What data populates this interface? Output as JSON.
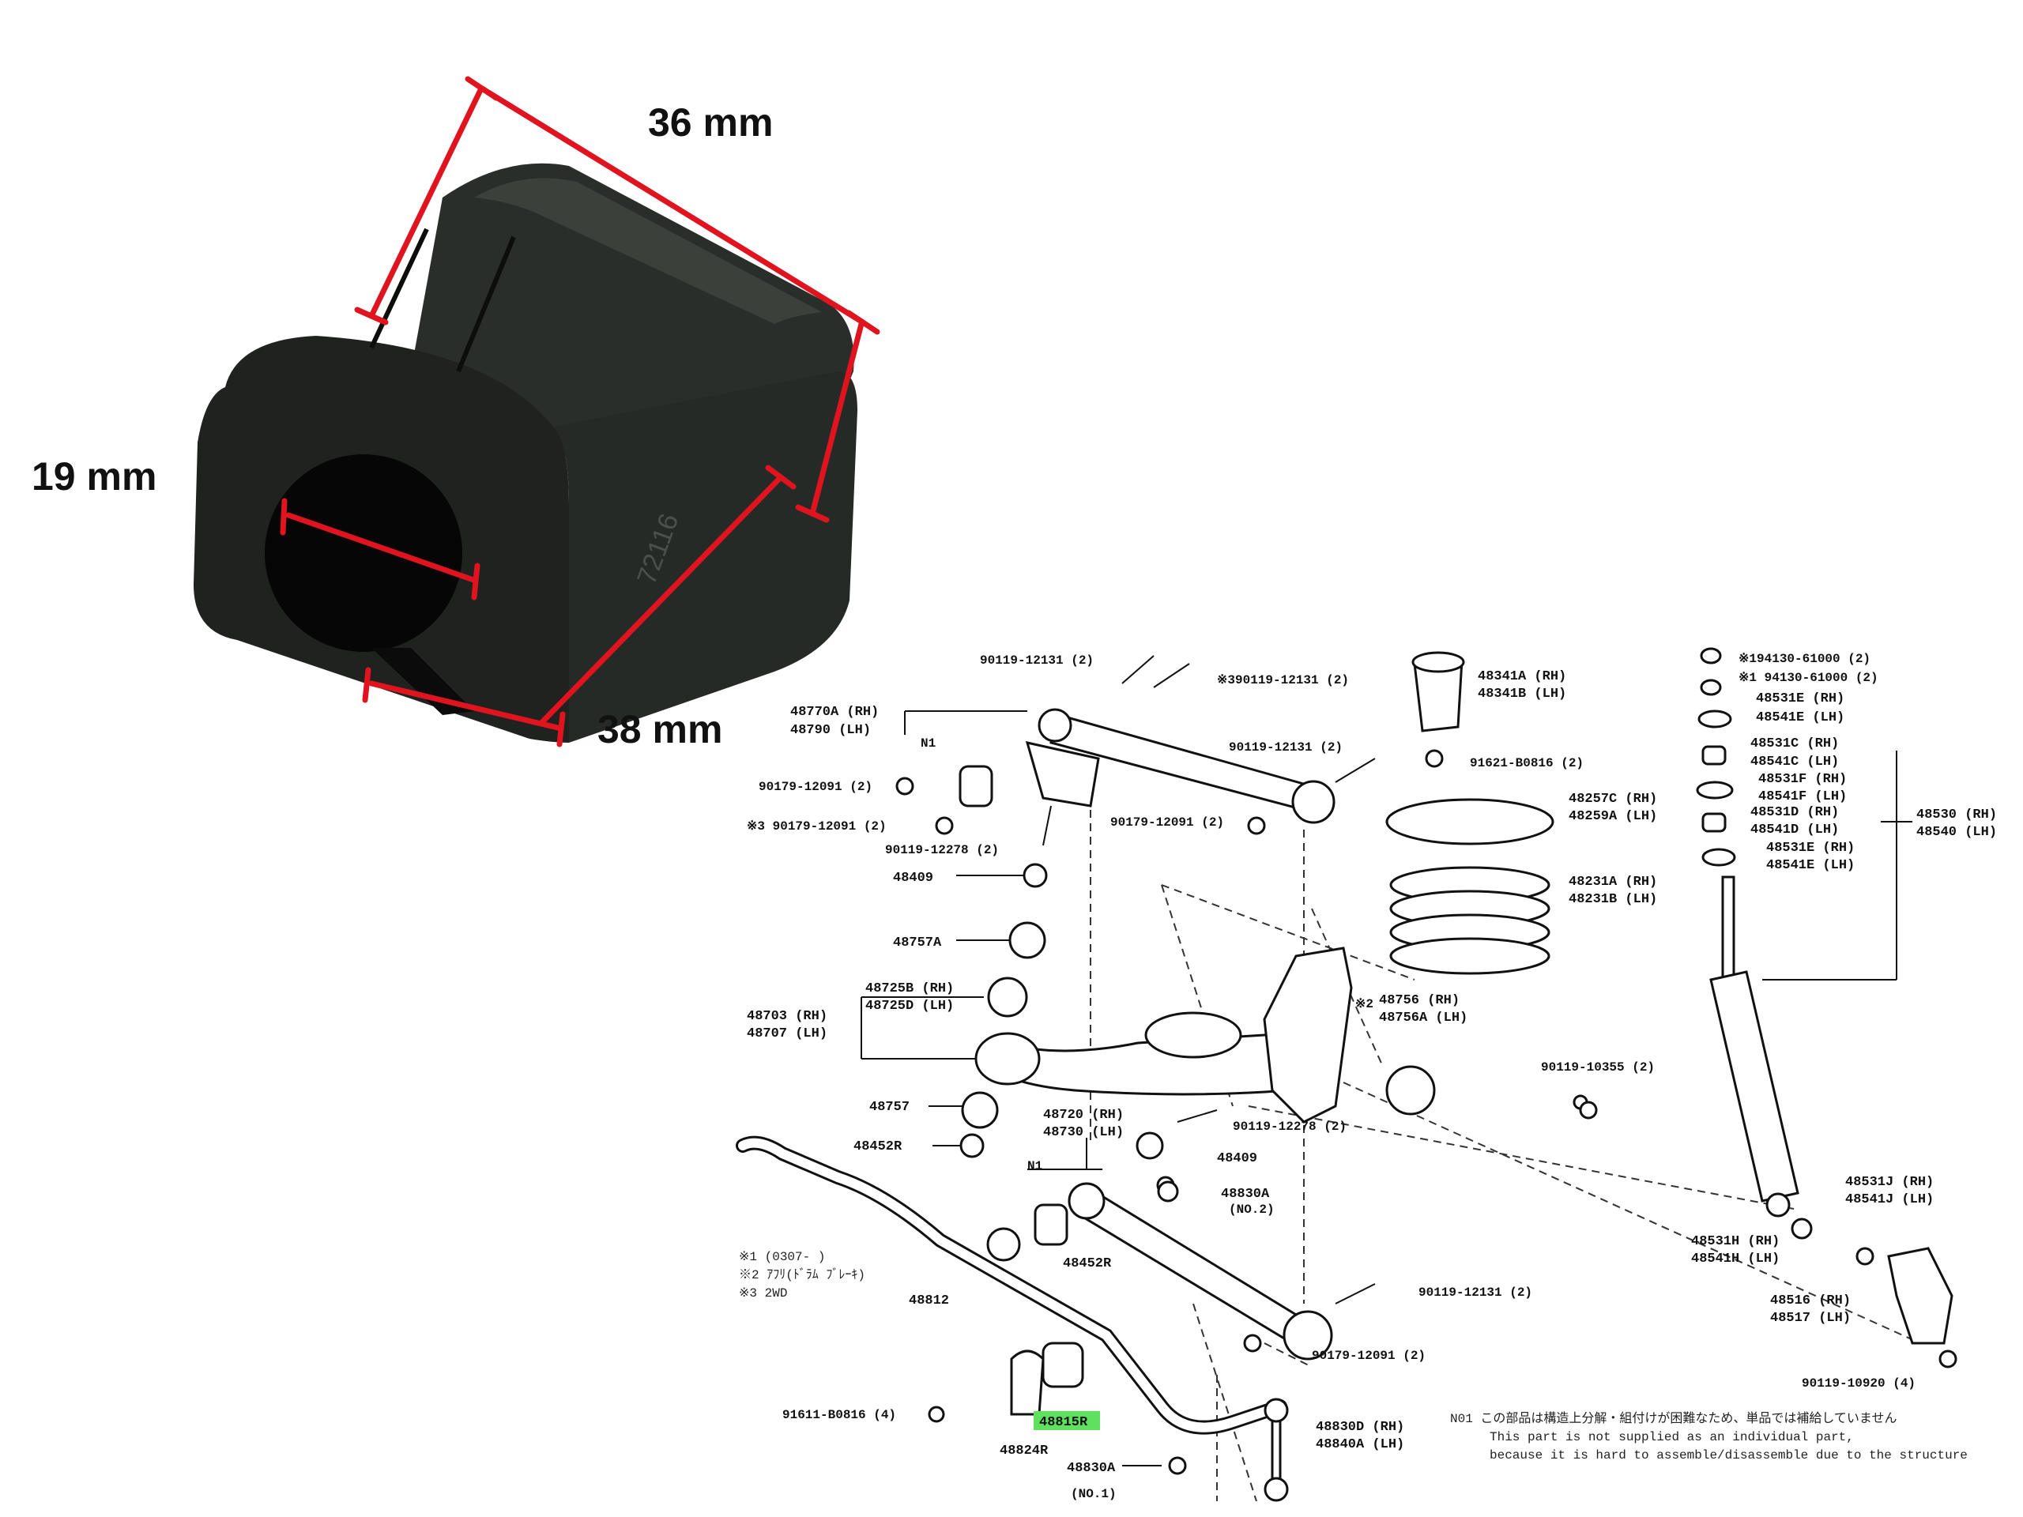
{
  "dimensions": {
    "length": "36 mm",
    "inner_diameter": "19 mm",
    "height": "38 mm"
  },
  "bushing_colors": {
    "rubber": "#1f221f",
    "highlight": "#3b403b",
    "dimension_line": "#e0141e",
    "highlight_tag": "#5fe05f"
  },
  "bushing_stamp": "72116",
  "parts": {
    "p1": "90119-12131 (2)",
    "p2": "※390119-12131 (2)",
    "p3": "48770A (RH)",
    "p4": "48790   (LH)",
    "p5": "N1",
    "p6": "90179-12091 (2)",
    "p7": "※3 90179-12091 (2)",
    "p8": "90119-12278 (2)",
    "p9": "48409",
    "p10": "48757A",
    "p11": "48725B (RH)",
    "p12": "48725D (LH)",
    "p13": "48703 (RH)",
    "p14": "48707 (LH)",
    "p15": "48757",
    "p16": "48452R",
    "p17": "48341A (RH)",
    "p18": "48341B (LH)",
    "p19": "90119-12131 (2)",
    "p20": "91621-B0816 (2)",
    "p21": "48257C (RH)",
    "p22": "48259A (LH)",
    "p23": "90179-12091 (2)",
    "p24": "48231A (RH)",
    "p25": "48231B (LH)",
    "p26": "※2",
    "p27": "48756   (RH)",
    "p28": "48756A (LH)",
    "p29": "48720 (RH)",
    "p30": "48730 (LH)",
    "p31": "90119-12278 (2)",
    "p32": "48409",
    "p33": "N1",
    "p34": "48830A",
    "p35": "(NO.2)",
    "p36": "48452R",
    "p37": "48812",
    "p38": "90119-12131 (2)",
    "p39": "90179-12091 (2)",
    "p40": "91611-B0816 (4)",
    "p41": "48815R",
    "p42": "48824R",
    "p43": "48830A",
    "p44": "(NO.1)",
    "p45": "48830D (RH)",
    "p46": "48840A (LH)",
    "p47": "※194130-61000 (2)",
    "p48": "※1 94130-61000 (2)",
    "p49": "48531E (RH)",
    "p50": "48541E (LH)",
    "p51": "48531C (RH)",
    "p52": "48541C (LH)",
    "p53": "48531F (RH)",
    "p54": "48541F (LH)",
    "p55": "48531D (RH)",
    "p56": "48541D (LH)",
    "p57": "48531E (RH)",
    "p58": "48541E (LH)",
    "p59": "48530 (RH)",
    "p60": "48540 (LH)",
    "p61": "90119-10355 (2)",
    "p62": "48531J (RH)",
    "p63": "48541J (LH)",
    "p64": "48531H (RH)",
    "p65": "48541H (LH)",
    "p66": "48516 (RH)",
    "p67": "48517 (LH)",
    "p68": "90119-10920 (4)"
  },
  "notes": {
    "n1": "※1  (0307-     )",
    "n2": "※2 ｱﾌﾘ(ﾄﾞﾗﾑ ﾌﾞﾚｰｷ)",
    "n3": "※3  2WD",
    "n4": "N01  この部品は構造上分解・組付けが困難なため、単品では補給していません",
    "n5": "This part is not supplied as an individual part,",
    "n6": "because it is hard to assemble/disassemble due to the structure"
  }
}
